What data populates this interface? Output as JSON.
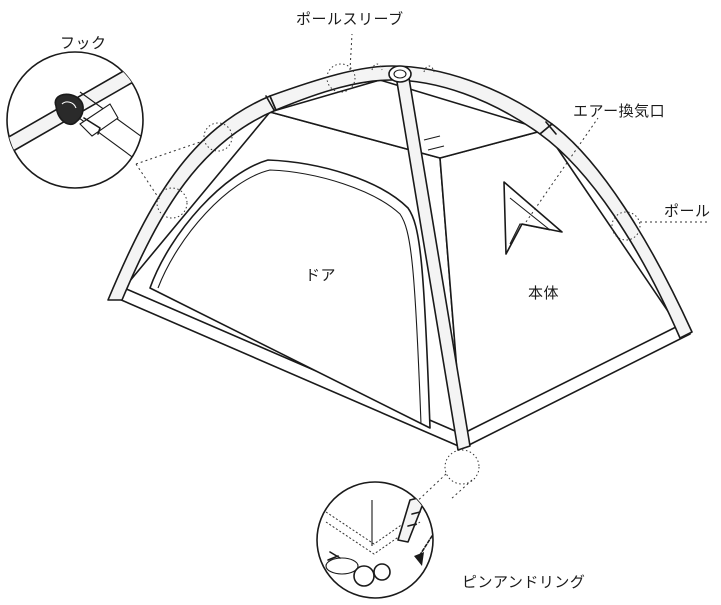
{
  "labels": {
    "pole_sleeve": "ポールスリーブ",
    "hook": "フック",
    "air_vent": "エアー換気口",
    "pole": "ポール",
    "door": "ドア",
    "body": "本体",
    "pin_and_ring": "ピンアンドリング"
  },
  "colors": {
    "line": "#1a1a1a",
    "pole_fill": "#f4f4f4",
    "clip": "#2a2a2a"
  }
}
